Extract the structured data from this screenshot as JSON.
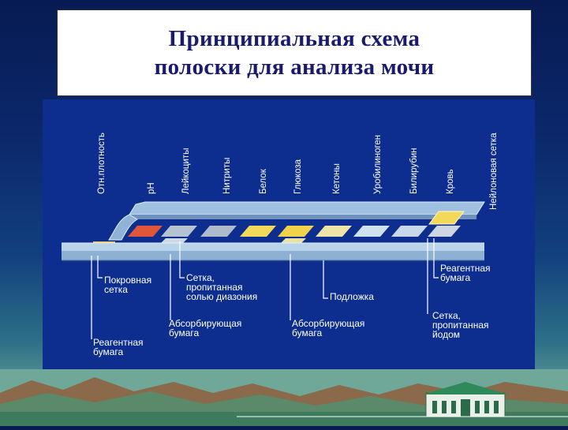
{
  "title": {
    "line1": "Принципиальная схема",
    "line2": "полоски для анализа мочи"
  },
  "column_labels": {
    "sg": "Отн.плотность",
    "ph": "pH",
    "leuko": "Лейкоциты",
    "nitrites": "Нитриты",
    "protein": "Белок",
    "glucose": "Глюкоза",
    "ketones": "Кетоны",
    "urobilinogen": "Уробилиноген",
    "bilirubin": "Билирубин",
    "blood": "Кровь",
    "nylon": "Нейлоновая сетка"
  },
  "callouts": {
    "cover_mesh": [
      "Покровная",
      "сетка"
    ],
    "diazo_mesh": [
      "Сетка,",
      "пропитанная",
      "солью диазония"
    ],
    "substrate": "Подложка",
    "reagent_right": [
      "Реагентная",
      "бумага"
    ],
    "absorb_left": [
      "Абсорбирующая",
      "бумага"
    ],
    "absorb_right": [
      "Абсорбирующая",
      "бумага"
    ],
    "iodine_mesh": [
      "Сетка,",
      "пропитанная",
      "йодом"
    ],
    "reagent_left": [
      "Реагентная",
      "бумага"
    ]
  },
  "colors": {
    "diagram_bg": "#0d2e8f",
    "strip": "#b9d3ea",
    "pad_red": "#e0563a",
    "pad_grey": "#aeb9c9",
    "pad_yellow": "#f3d95a",
    "pad_light": "#cfe0ee"
  }
}
